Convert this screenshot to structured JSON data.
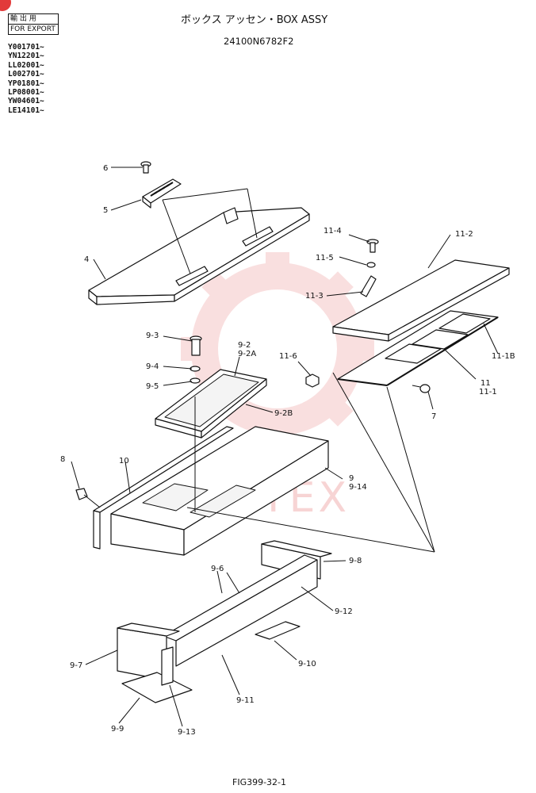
{
  "header": {
    "export_stamp_jp": "輸 出 用",
    "export_stamp_en": "FOR EXPORT",
    "serials": [
      "Y001701~",
      "YN12201~",
      "LL02001~",
      "L002701~",
      "YP01801~",
      "LP08001~",
      "YW04601~",
      "LE14101~"
    ],
    "title": "ボックス アッセン・BOX ASSY",
    "part_number": "24100N6782F2"
  },
  "watermark": {
    "text": "HYTEX",
    "color": "#f3b9b9"
  },
  "labels": {
    "l6": "6",
    "l5": "5",
    "l4": "4",
    "l11_4": "11-4",
    "l11_5": "11-5",
    "l11_3": "11-3",
    "l11_2": "11-2",
    "l11_1b": "11-1B",
    "l11": "11",
    "l11_1": "11-1",
    "l7": "7",
    "l11_6": "11-6",
    "l9_3": "9-3",
    "l9_4": "9-4",
    "l9_5": "9-5",
    "l9_2": "9-2",
    "l9_2a": "9-2A",
    "l9_2b": "9-2B",
    "l8": "8",
    "l10": "10",
    "l9": "9",
    "l9_14": "9-14",
    "l9_6": "9-6",
    "l9_8": "9-8",
    "l9_12": "9-12",
    "l9_7": "9-7",
    "l9_10": "9-10",
    "l9_11": "9-11",
    "l9_9": "9-9",
    "l9_13": "9-13"
  },
  "footer": {
    "figure_id": "FIG399-32-1"
  }
}
